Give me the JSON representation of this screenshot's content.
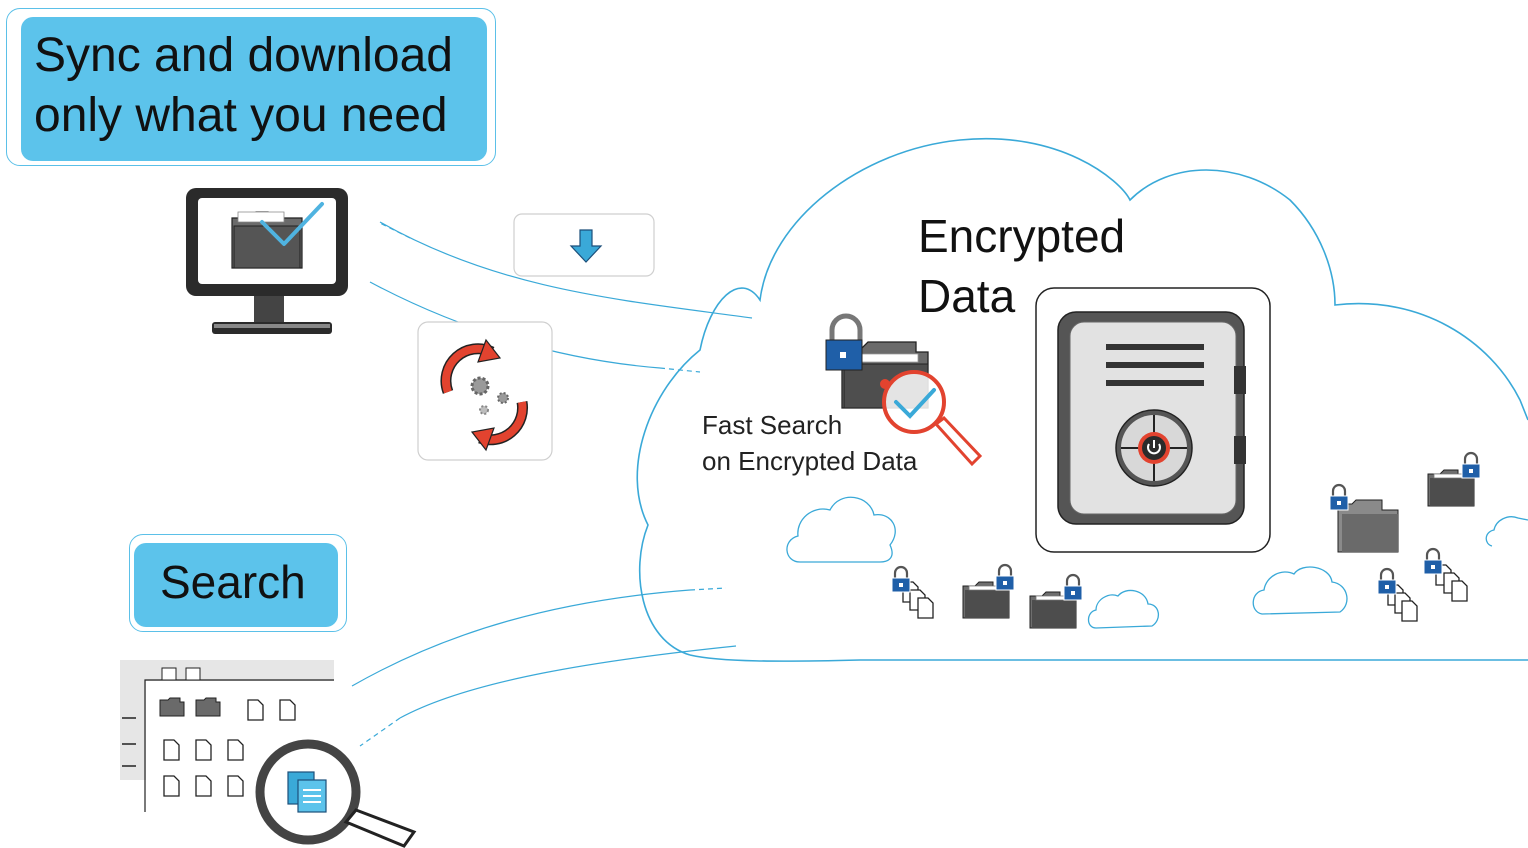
{
  "sync_callout": {
    "line1": "Sync and download",
    "line2": "only what you need"
  },
  "search_callout": {
    "label": "Search"
  },
  "cloud": {
    "title_line1": "Encrypted",
    "title_line2": "Data",
    "fast_search_line1": "Fast Search",
    "fast_search_line2": "on Encrypted Data"
  },
  "icons": {
    "monitor": "monitor-folder-check-icon",
    "download": "download-arrow-icon",
    "sync": "sync-gears-icon",
    "safe": "safe-vault-icon",
    "locked_folder": "locked-folder-icon",
    "magnifier": "magnifier-check-icon",
    "file_browser": "file-browser-search-icon"
  },
  "colors": {
    "accent_blue": "#5cc3eb",
    "line_blue": "#3aa9d8",
    "red": "#e2432f",
    "lock_blue": "#1f5fa8",
    "dark_gray": "#444444"
  }
}
